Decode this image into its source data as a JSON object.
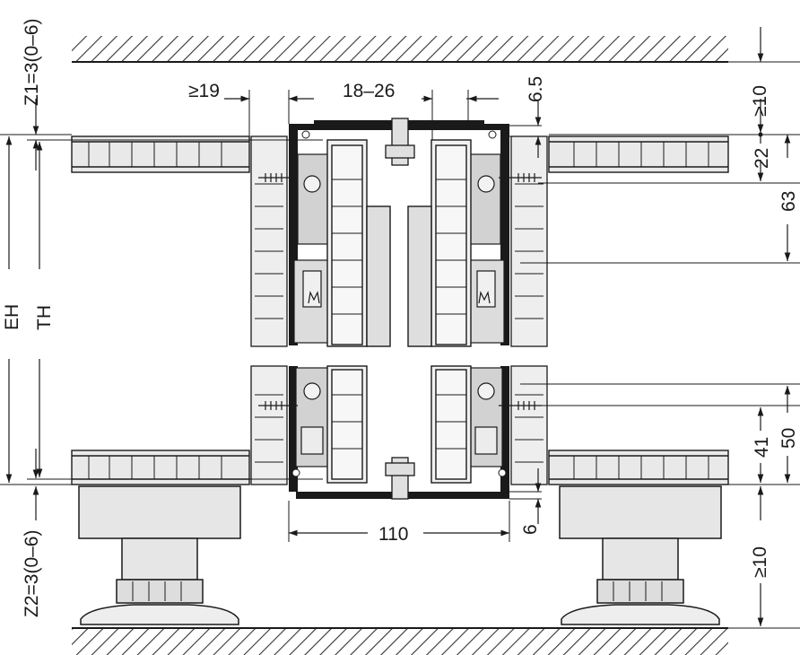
{
  "dimensions": {
    "min_side_gap": "≥19",
    "door_range": "18–26",
    "offset_top": "6.5",
    "ceiling_clearance": "≥10",
    "top_rail_height": "22",
    "top_to_fix": "63",
    "z1": "Z1=3(0–6)",
    "eh": "EH",
    "th": "TH",
    "bottom_fix_a": "50",
    "bottom_fix_b": "41",
    "z2": "Z2=3(0–6)",
    "bottom_width": "110",
    "offset_bottom": "6",
    "floor_clearance": "≥10"
  },
  "colors": {
    "line": "#1a1a1a",
    "hatch": "#333333",
    "part_fill": "#e9e9e9",
    "part_dark": "#c4c4c4",
    "profile": "#1a1a1a"
  }
}
